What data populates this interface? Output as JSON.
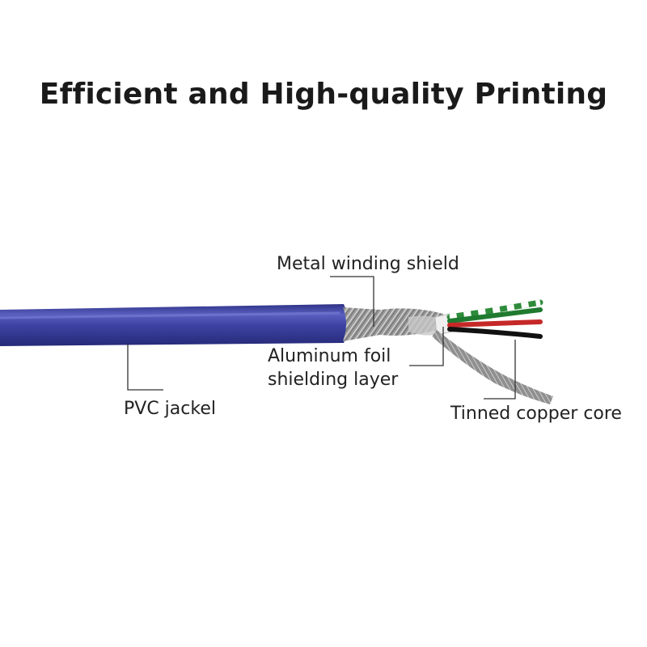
{
  "title": "Efficient and High-quality Printing",
  "labels": {
    "metal_winding_shield": "Metal winding shield",
    "aluminum_foil_line1": "Aluminum foil",
    "aluminum_foil_line2": "shielding layer",
    "pvc_jacket": "PVC jackel",
    "tinned_copper_core": "Tinned copper core"
  },
  "colors": {
    "jacket": "#3a3f9c",
    "braid": "#a9a9a9",
    "wire_green": "#2e8b3a",
    "wire_red": "#c62828",
    "wire_black": "#111111",
    "leader_line": "#333333"
  }
}
